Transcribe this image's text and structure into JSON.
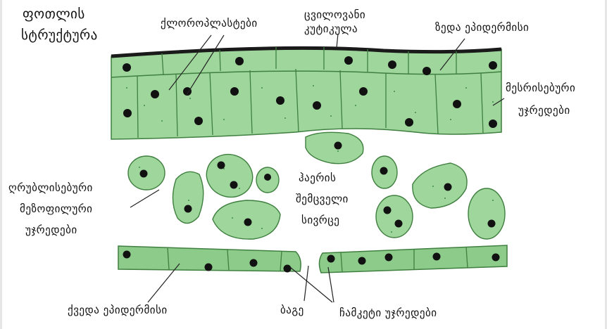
{
  "title": {
    "line1": "ფოთლის",
    "line2": "სტრუქტურა"
  },
  "labels": {
    "chloroplasts": "ქლოროპლასტები",
    "cuticle_line1": "ცვილოვანი",
    "cuticle_line2": "კუტიკულა",
    "upper_epidermis": "ზედა ეპიდერმისი",
    "palisade_line1": "მესრისებური",
    "palisade_line2": "უჯრედები",
    "spongy_line1": "ღრუბლისებური",
    "spongy_line2": "მეზოფილური",
    "spongy_line3": "უჯრედები",
    "air_line1": "ჰაერის",
    "air_line2": "შემცველი",
    "air_line3": "სივრცე",
    "lower_epidermis": "ქვედა ეპიდერმისი",
    "stoma": "ბაგე",
    "guard_cells": "ჩამკეტი უჯრედები"
  },
  "colors": {
    "cell_fill": "#9fd69c",
    "cell_fill_dark": "#8ccb8a",
    "cell_stroke": "#3f7f3f",
    "nucleus": "#111111",
    "cuticle": "#1a1a1a",
    "leader": "#222222"
  }
}
